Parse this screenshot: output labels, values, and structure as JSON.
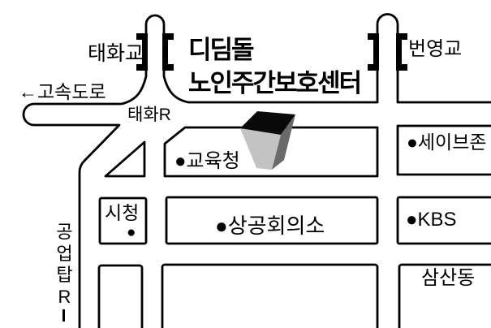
{
  "map_title": {
    "line1": "디딤돌",
    "line2": "노인주간보호센터"
  },
  "labels": {
    "taehwa_bridge": "태화교",
    "beonyeong_bridge": "번영교",
    "highway": "←고속도로",
    "taehwa_rotary": "태화R",
    "gongeoptap_rotary": "공업탑R",
    "education_office": "●교육청",
    "save_zone": "●세이브존",
    "city_hall": "시청",
    "city_hall_dot": "●",
    "chamber_of_commerce": "●상공회의소",
    "kbs": "●KBS",
    "samsan_dong": "삼산동"
  },
  "marker_colors": {
    "top": "#0a0a0a",
    "front": "#c3c3c3",
    "side": "#6a6a6a"
  },
  "colors": {
    "line": "#000000",
    "background": "#ffffff"
  }
}
